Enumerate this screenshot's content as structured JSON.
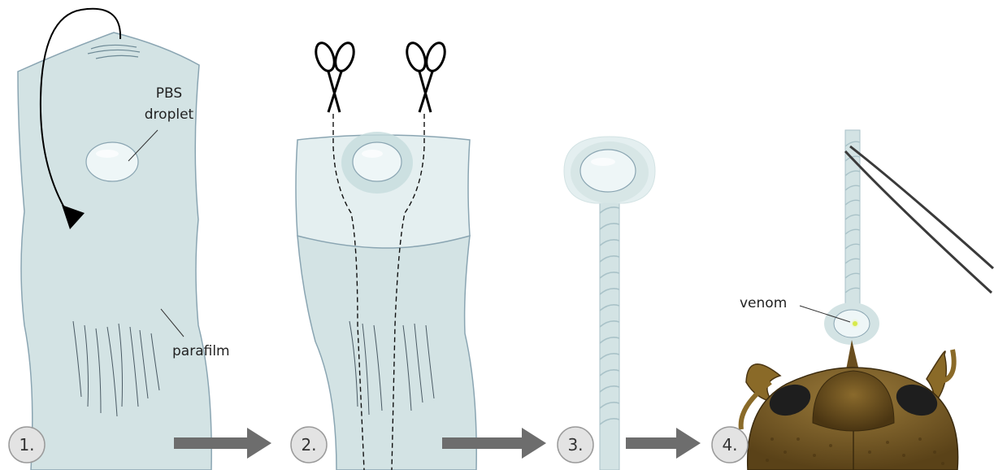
{
  "labels": {
    "pbs_line1": "PBS",
    "pbs_line2": "droplet",
    "parafilm": "parafilm",
    "venom": "venom"
  },
  "steps": [
    "1.",
    "2.",
    "3.",
    "4."
  ],
  "colors": {
    "film": "#d3e3e4",
    "film_light": "#e4eff0",
    "film_edge": "#8aa5b2",
    "film_halo": "#c6dcdd",
    "droplet": "#eef6f7",
    "arrow": "#6d6d6d",
    "step_circle": "#e3e3e3",
    "step_border": "#9a9a9a",
    "venom": "#d7ea4a",
    "ant_head": "#7a5a22",
    "ant_dark": "#4a3512",
    "mandible": "#8a6a28"
  }
}
